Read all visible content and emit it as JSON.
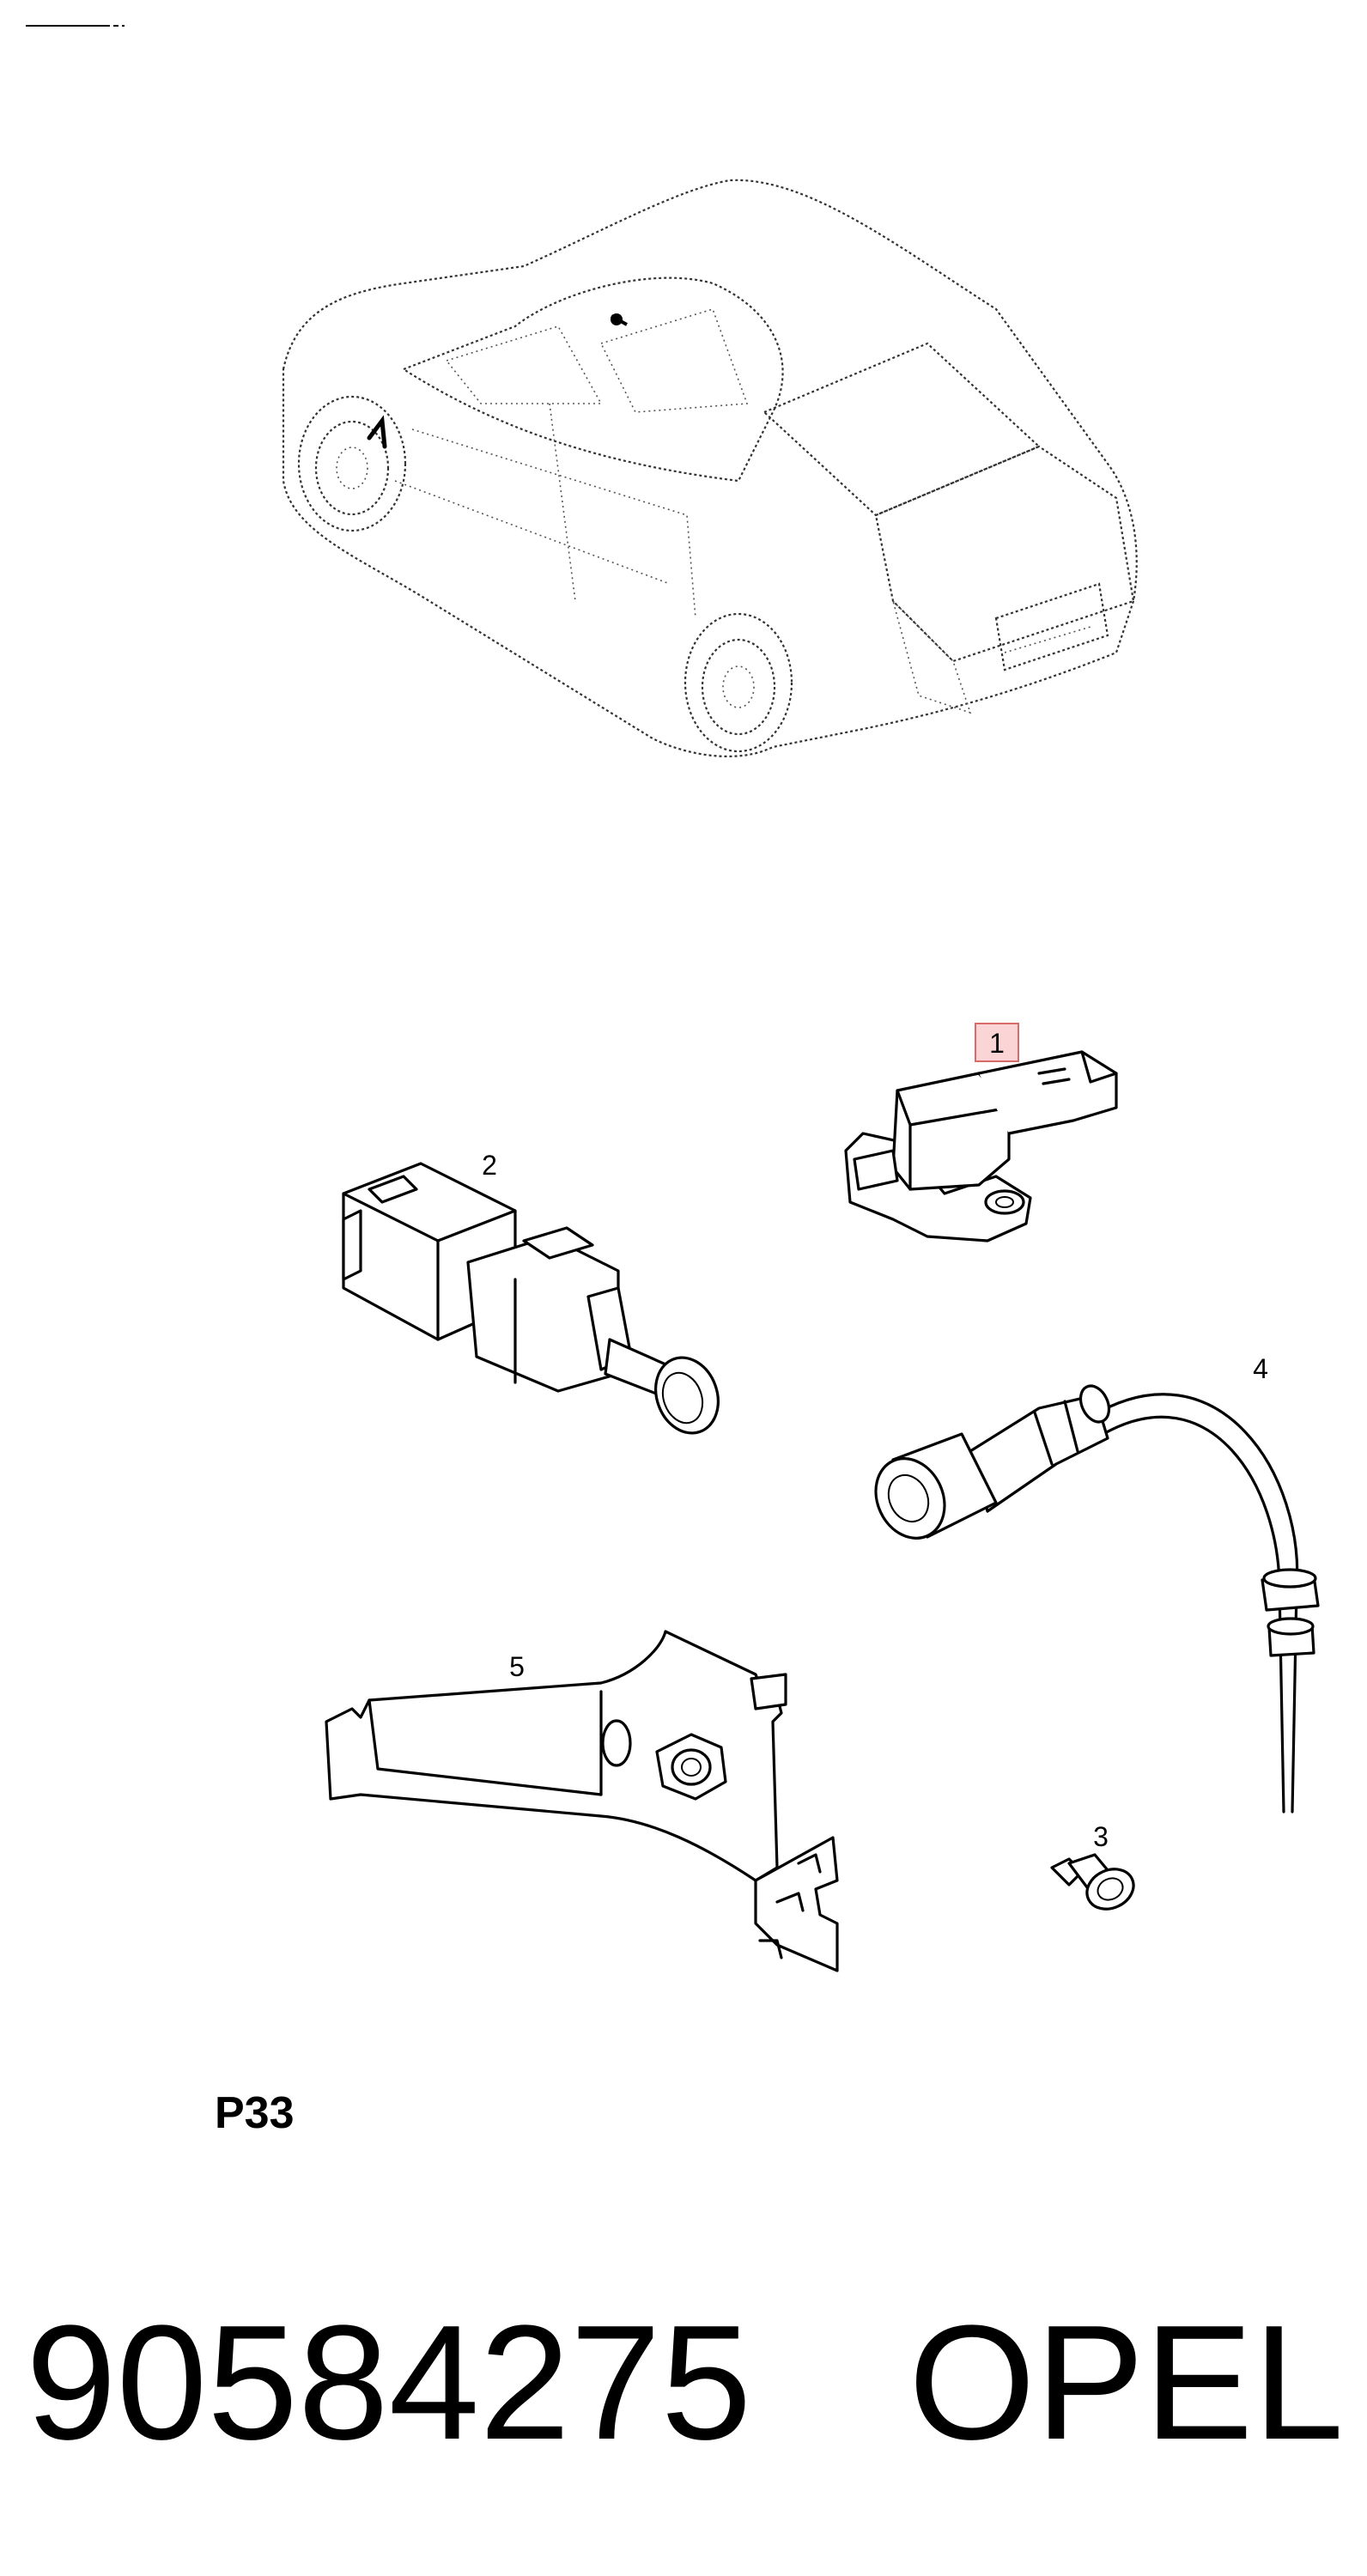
{
  "header": {
    "corner_mark": ""
  },
  "callouts": [
    {
      "id": "1",
      "label": "1",
      "highlighted": true
    },
    {
      "id": "2",
      "label": "2",
      "highlighted": false
    },
    {
      "id": "3",
      "label": "3",
      "highlighted": false
    },
    {
      "id": "4",
      "label": "4",
      "highlighted": false
    },
    {
      "id": "5",
      "label": "5",
      "highlighted": false
    }
  ],
  "page_code": "P33",
  "footer": {
    "part_number": "90584275",
    "brand": "OPEL"
  },
  "colors": {
    "highlight_fill": "#fbd5d5",
    "highlight_stroke": "#d96a6a",
    "line": "#000000"
  }
}
